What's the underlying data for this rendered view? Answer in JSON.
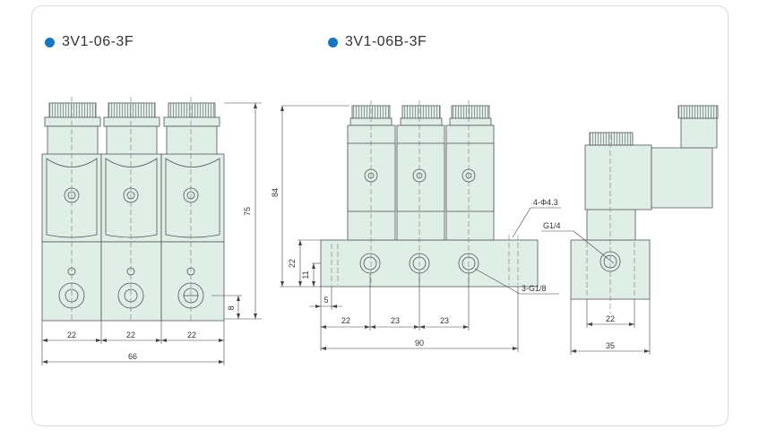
{
  "titles": {
    "left": "3V1-06-3F",
    "right": "3V1-06B-3F"
  },
  "colors": {
    "accent": "#1b75bc",
    "body": "#dfeee6",
    "line": "#555555"
  },
  "left": {
    "w1": "22",
    "w2": "22",
    "w3": "22",
    "total": "66",
    "height": "75",
    "port": "8"
  },
  "middle": {
    "height": "84",
    "base": "22",
    "mid": "11",
    "edge": "5",
    "p1": "22",
    "p2": "23",
    "p3": "23",
    "total": "90",
    "hole": "4-Φ4.3",
    "ports": "3-G1/8"
  },
  "side": {
    "thread": "G1/4",
    "inner": "22",
    "total": "35"
  }
}
